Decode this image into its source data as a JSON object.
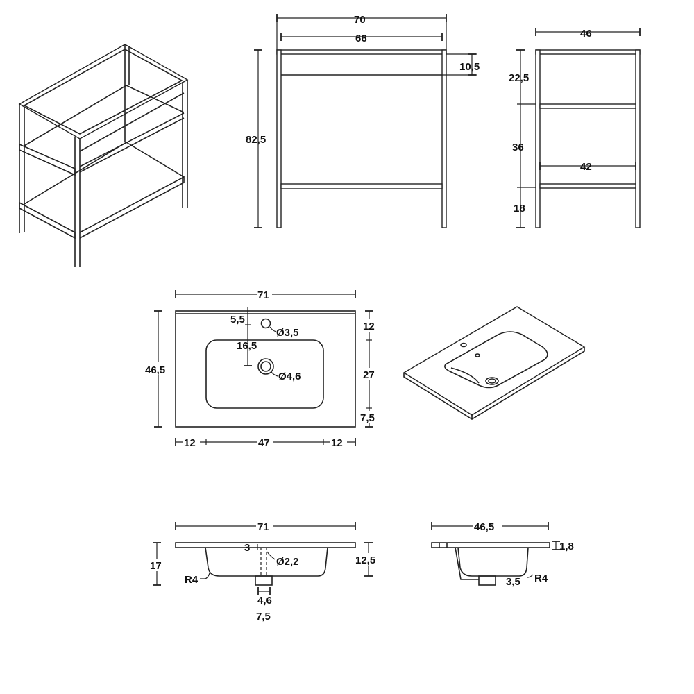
{
  "frame_front": {
    "width_outer": "70",
    "width_inner": "66",
    "apron": "10,5",
    "height": "82,5"
  },
  "frame_side": {
    "depth": "46",
    "top": "22,5",
    "middle": "36",
    "bottom": "18",
    "inner_depth": "42"
  },
  "basin_top": {
    "width": "71",
    "depth": "46,5",
    "tap_offset": "5,5",
    "drain_offset": "16,5",
    "tap_hole": "Ø3,5",
    "drain_hole": "Ø4,6",
    "right_top": "12",
    "right_bowl": "27",
    "right_bottom": "7,5",
    "left_margin": "12",
    "bowl_width": "47",
    "right_margin": "12"
  },
  "basin_front_section": {
    "width": "71",
    "height": "17",
    "slab": "3",
    "overflow": "Ø2,2",
    "bowl_depth": "12,5",
    "radius": "R4",
    "drain_inner": "4,6",
    "drain_outer": "7,5"
  },
  "basin_side_section": {
    "depth": "46,5",
    "slab": "1,8",
    "drain": "3,5",
    "radius": "R4"
  }
}
